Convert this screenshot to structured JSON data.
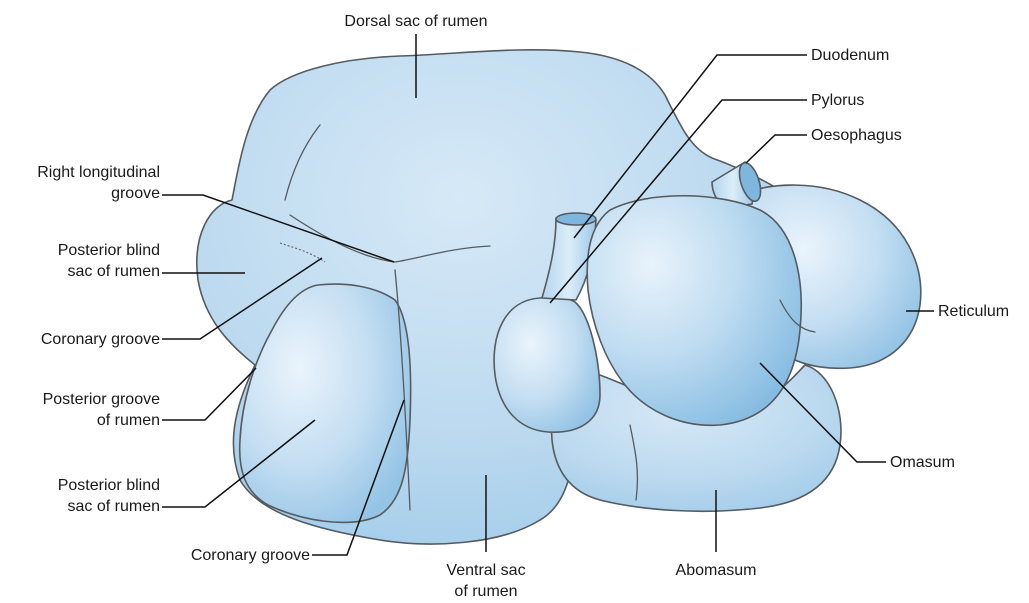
{
  "labels": {
    "dorsal_sac": "Dorsal sac of rumen",
    "duodenum": "Duodenum",
    "pylorus": "Pylorus",
    "oesophagus": "Oesophagus",
    "right_long_groove": "Right longitudinal\ngroove",
    "posterior_blind_sac_upper": "Posterior blind\nsac of rumen",
    "coronary_groove_left": "Coronary groove",
    "posterior_groove": "Posterior groove\nof rumen",
    "posterior_blind_sac_lower": "Posterior blind\nsac of rumen",
    "coronary_groove_bottom": "Coronary groove",
    "ventral_sac": "Ventral sac\nof rumen",
    "abomasum": "Abomasum",
    "omasum": "Omasum",
    "reticulum": "Reticulum"
  },
  "colors": {
    "organ_fill": "#bcd9ef",
    "organ_shade": "#8fc0e3",
    "organ_highlight": "#e6f2fb",
    "outline": "#555b60"
  }
}
